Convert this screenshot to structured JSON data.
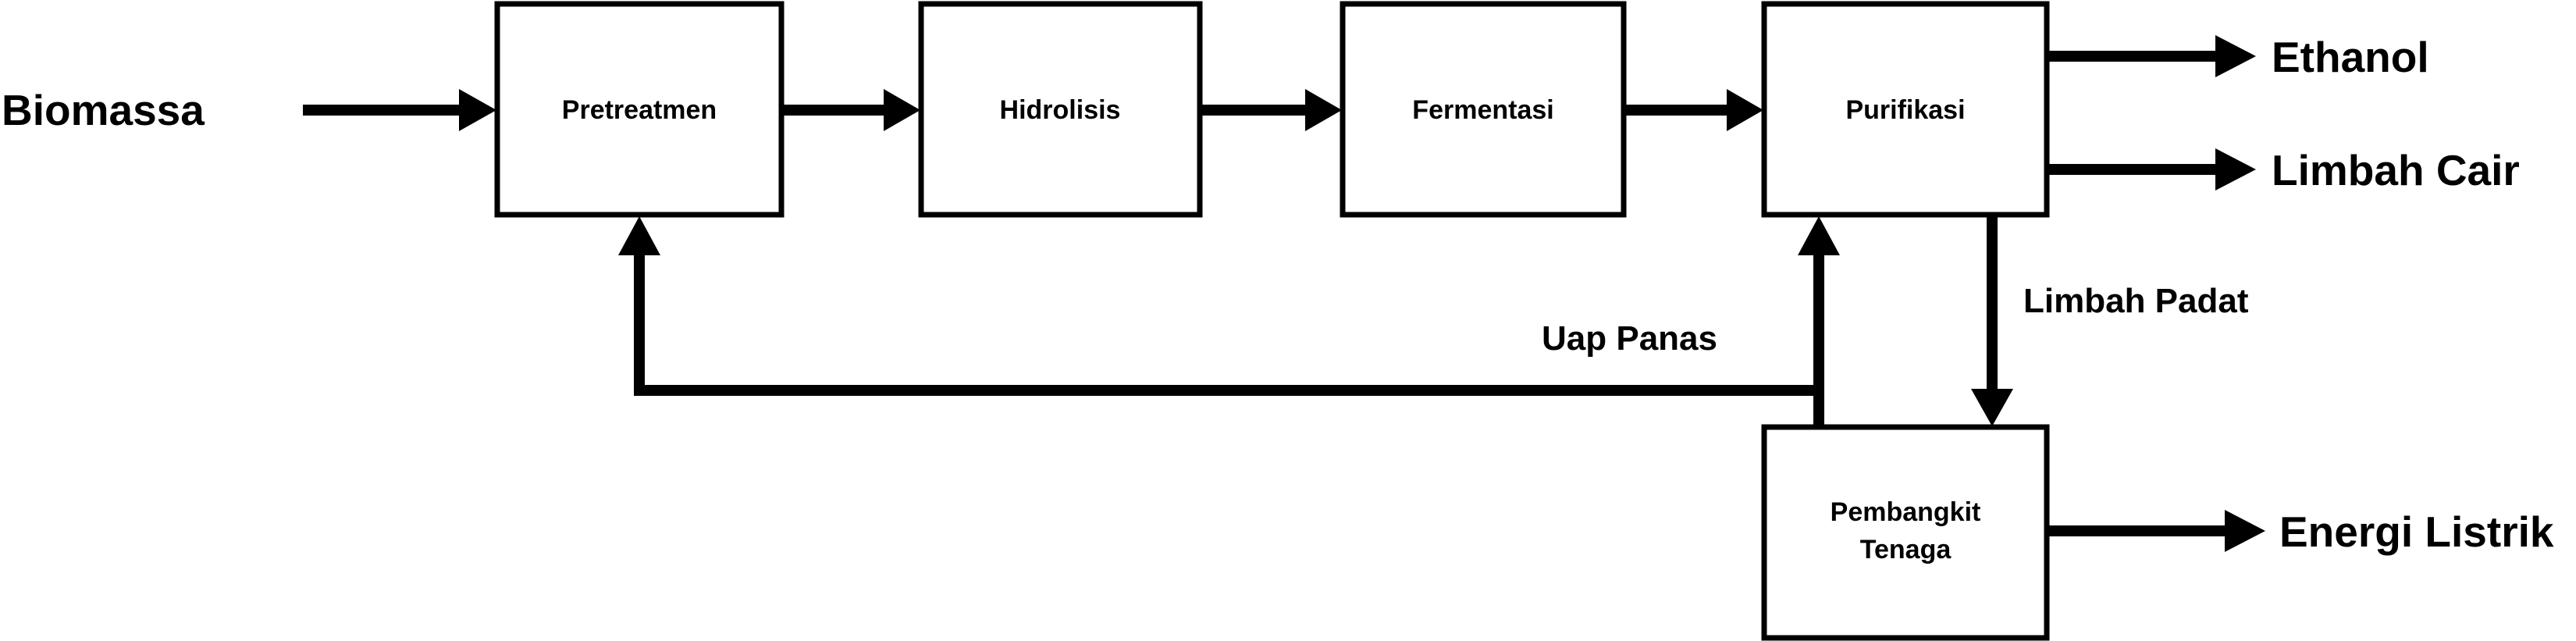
{
  "input_label": "Biomassa",
  "nodes": {
    "pretreatmen": "Pretreatmen",
    "hidrolisis": "Hidrolisis",
    "fermentasi": "Fermentasi",
    "purifikasi": "Purifikasi",
    "pembangkit_line1": "Pembangkit",
    "pembangkit_line2": "Tenaga"
  },
  "outputs": {
    "ethanol": "Ethanol",
    "limbah_cair": "Limbah Cair",
    "energi_listrik": "Energi Listrik"
  },
  "flows": {
    "uap_panas": "Uap Panas",
    "limbah_padat": "Limbah Padat"
  },
  "colors": {
    "line": "#000000",
    "box_fill": "#ffffff"
  }
}
